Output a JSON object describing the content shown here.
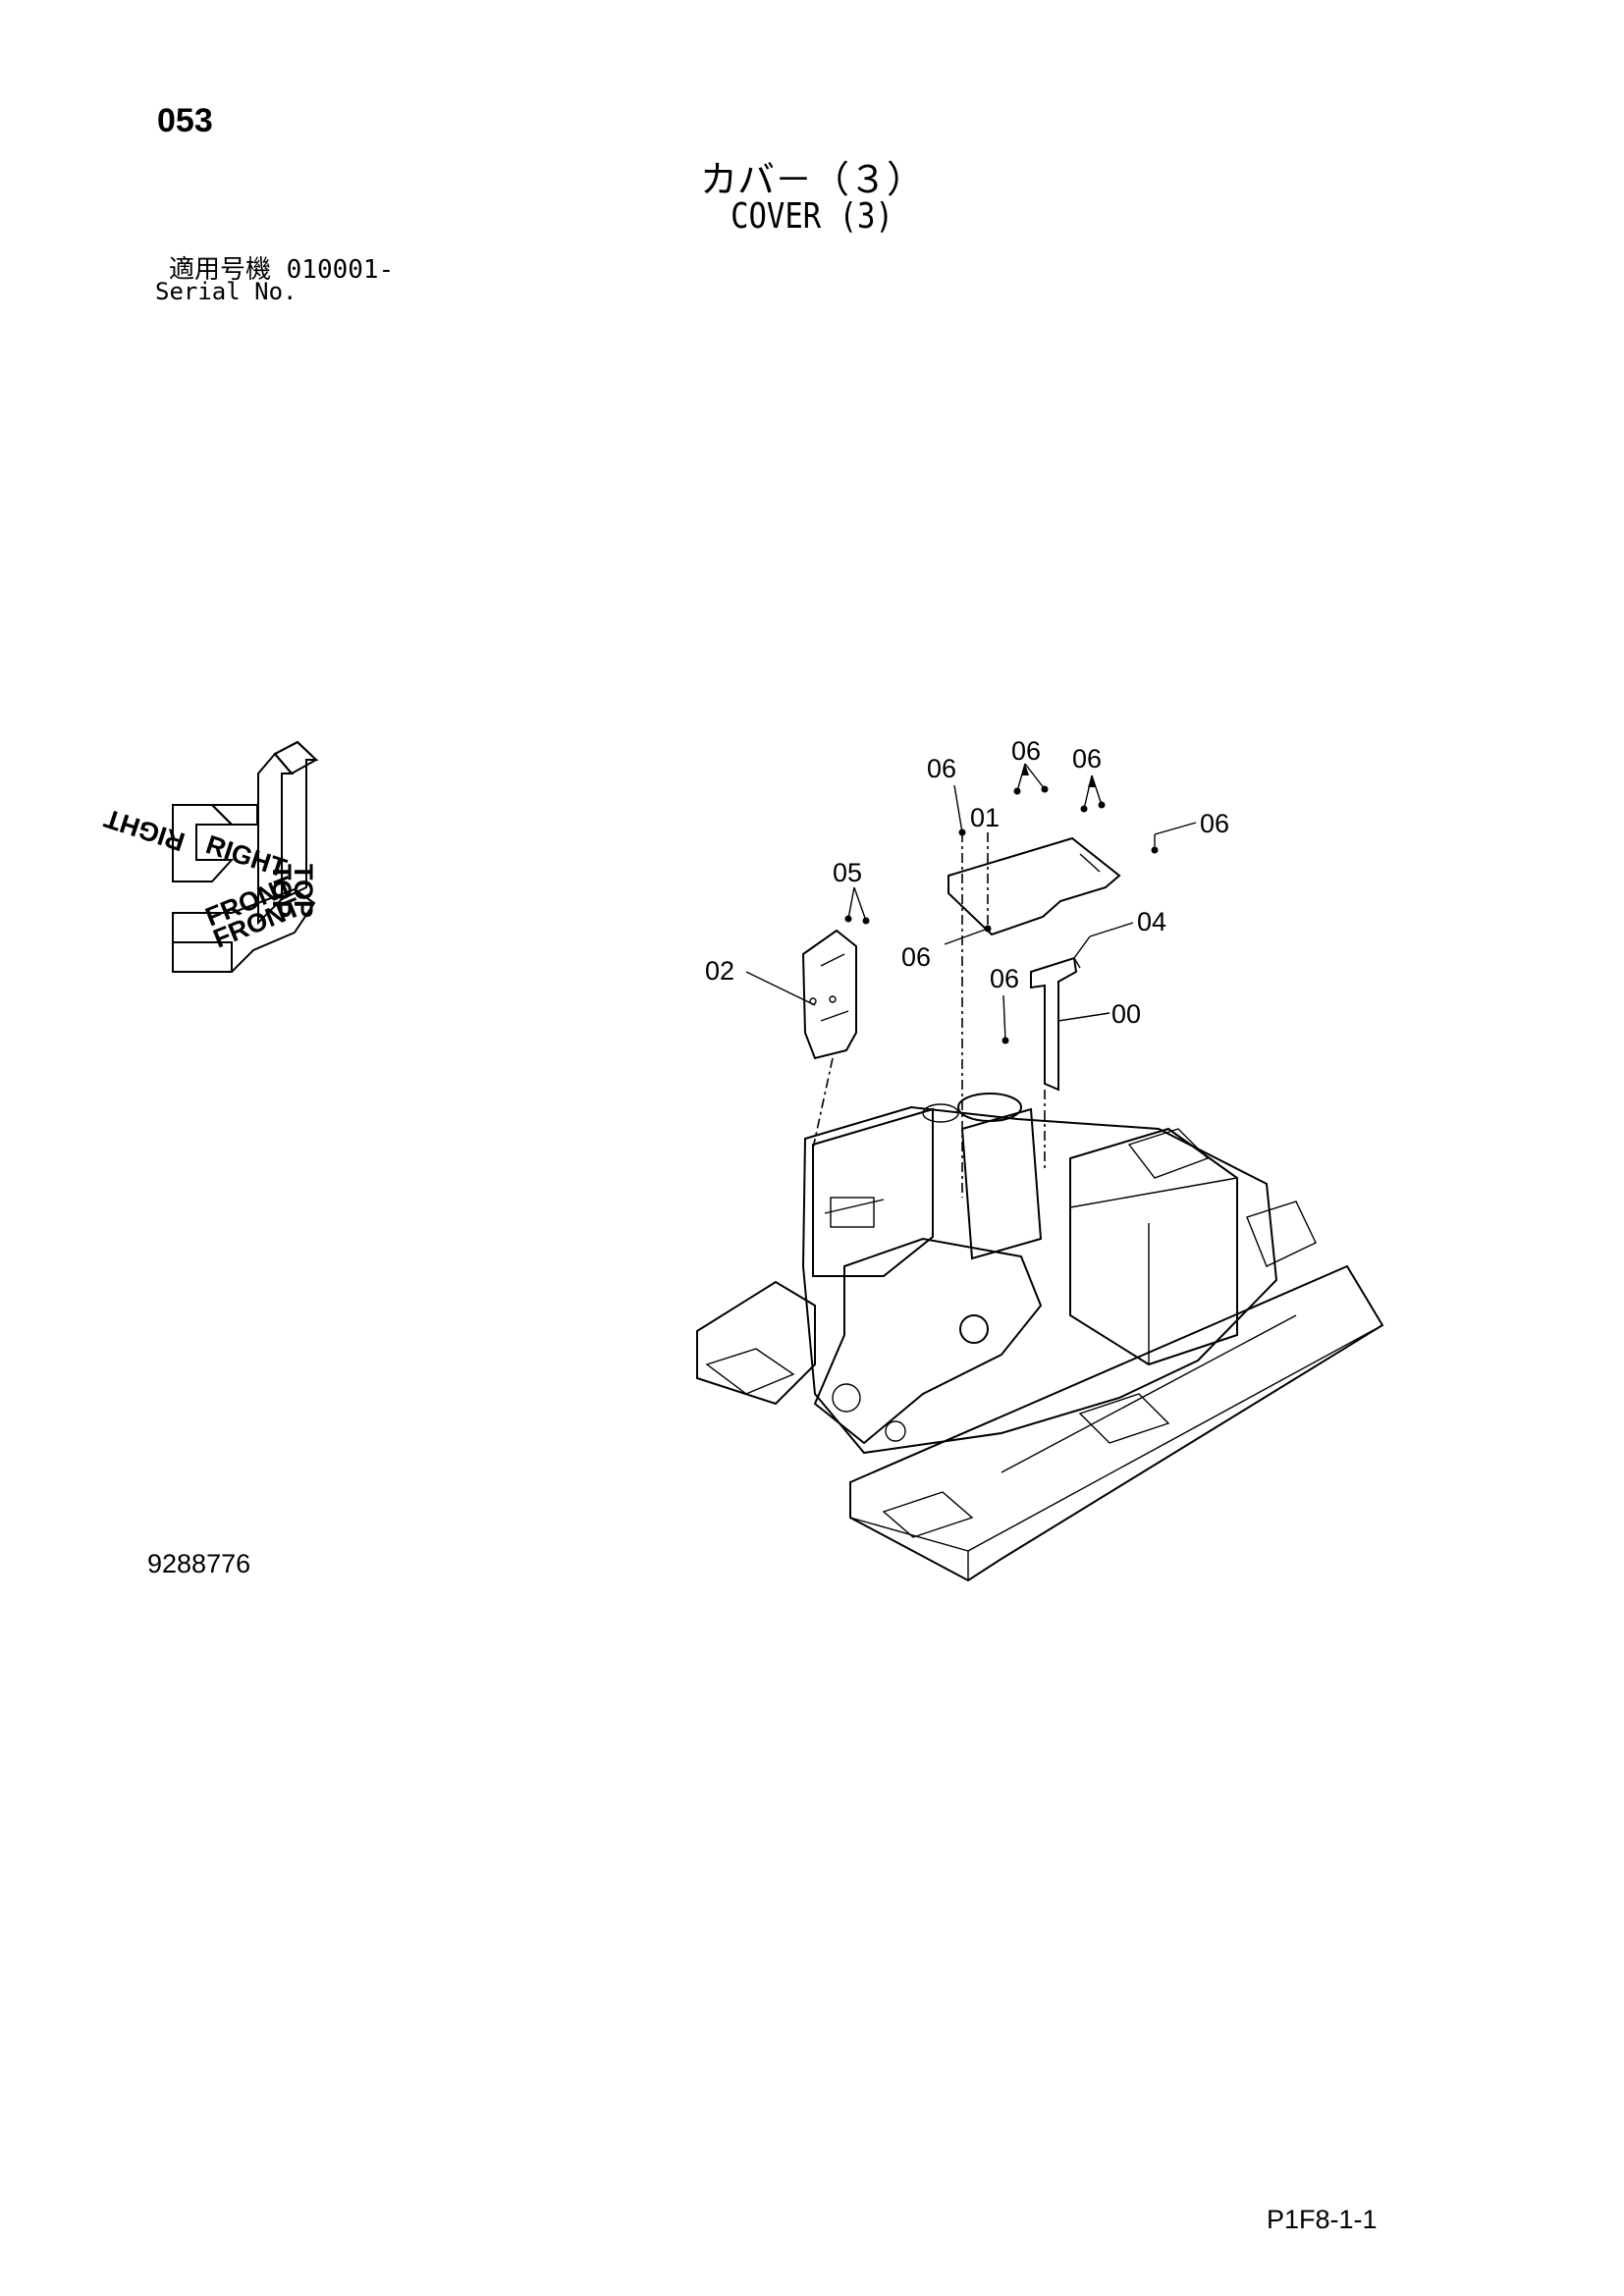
{
  "header": {
    "page_number": "053",
    "title_jp": "カバ－（３）",
    "title_en": "COVER (3)",
    "serial_jp": "適用号機 010001-",
    "serial_en": "Serial No."
  },
  "orientation_indicator": {
    "labels": [
      "TOP",
      "TOP",
      "RIGHT",
      "RIGHT",
      "FRONT",
      "FRONT"
    ]
  },
  "callouts": {
    "c00": "00",
    "c01": "01",
    "c02": "02",
    "c04": "04",
    "c05": "05",
    "c06a": "06",
    "c06b": "06",
    "c06c": "06",
    "c06d": "06",
    "c06e": "06",
    "c06f": "06"
  },
  "footer": {
    "drawing_number": "9288776",
    "page_code": "P1F8-1-1"
  }
}
